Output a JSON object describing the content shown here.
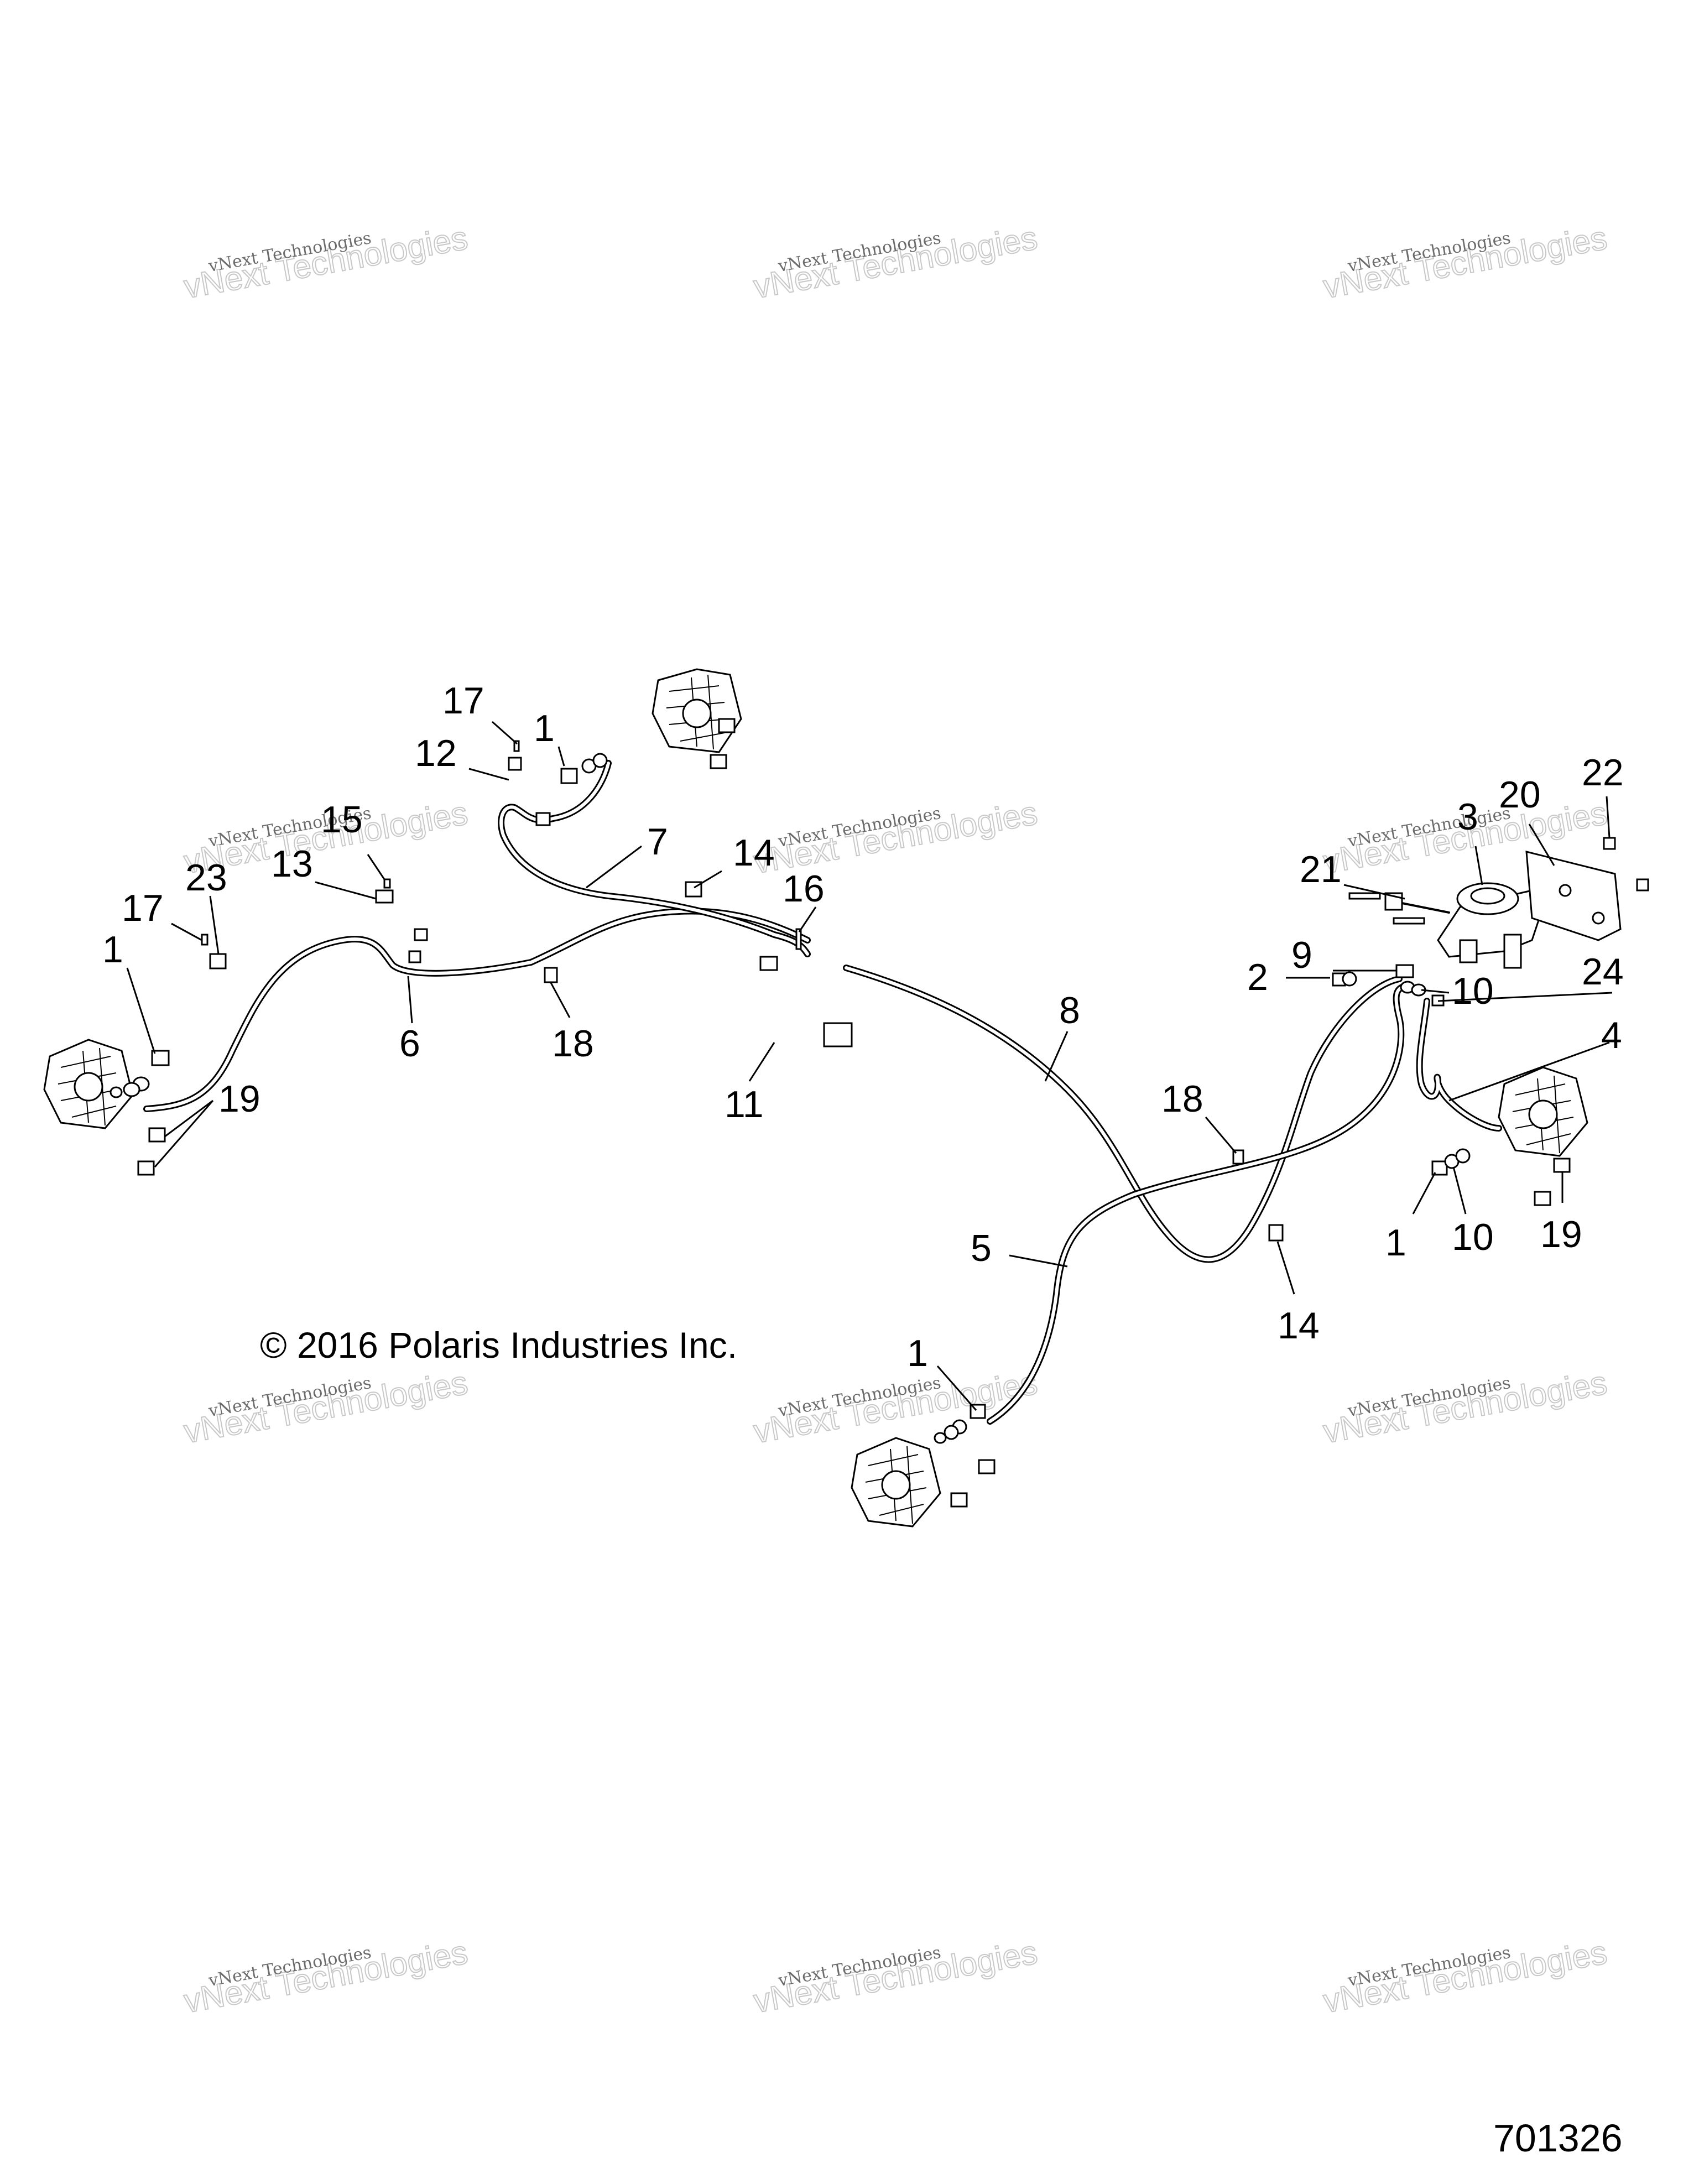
{
  "watermark": {
    "line1": "vNext Technologies",
    "line2": "Technologies",
    "overlay": "vNext"
  },
  "copyright": "© 2016  Polaris Industries Inc.",
  "part_number": "701326",
  "callouts": {
    "c1a": "1",
    "c1b": "1",
    "c1c": "1",
    "c1d": "1",
    "c2": "2",
    "c3": "3",
    "c4": "4",
    "c5": "5",
    "c6": "6",
    "c7": "7",
    "c8": "8",
    "c9": "9",
    "c10a": "10",
    "c10b": "10",
    "c11": "11",
    "c12": "12",
    "c13": "13",
    "c14a": "14",
    "c14b": "14",
    "c15": "15",
    "c16": "16",
    "c17a": "17",
    "c17b": "17",
    "c18a": "18",
    "c18b": "18",
    "c19a": "19",
    "c19b": "19",
    "c20": "20",
    "c21": "21",
    "c22": "22",
    "c23": "23",
    "c24": "24"
  },
  "icons": {
    "caliper": "brake-caliper-icon",
    "master_cylinder": "master-cylinder-icon",
    "bracket": "mounting-bracket-icon",
    "clip": "hose-clip-icon"
  }
}
